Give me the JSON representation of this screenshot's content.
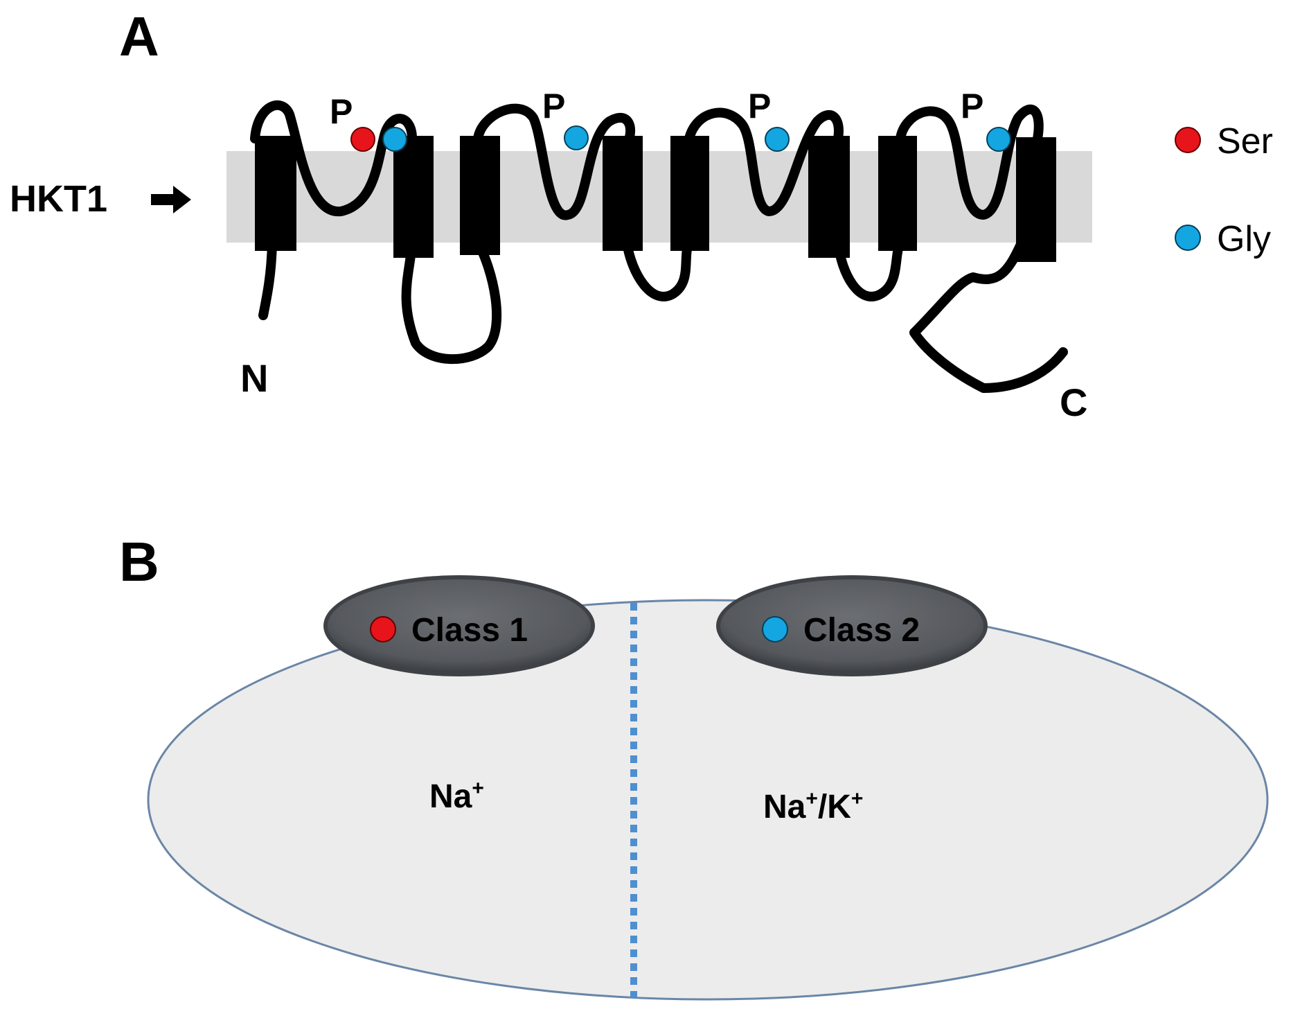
{
  "panel_a": {
    "letter": "A",
    "protein_label": "HKT1",
    "n_terminus": "N",
    "c_terminus": "C",
    "p_loop_label": "P",
    "legend": [
      {
        "label": "Ser",
        "color": "#e8141b"
      },
      {
        "label": "Gly",
        "color": "#14a6e0"
      }
    ]
  },
  "panel_b": {
    "letter": "B",
    "class1_label": "Class 1",
    "class2_label": "Class 2",
    "left_ion": {
      "base": "Na",
      "sup": "+"
    },
    "right_ion": {
      "base1": "Na",
      "sup1": "+",
      "slash": "/K",
      "sup2": "+"
    }
  },
  "colors": {
    "membrane": "#d9d9d9",
    "chain": "#000000",
    "ser": "#e8141b",
    "gly": "#14a6e0",
    "cell_fill": "#ececec",
    "cell_stroke": "#6a86a6",
    "class_fill": "#5a5d61",
    "dash": "#4f8fd0"
  }
}
